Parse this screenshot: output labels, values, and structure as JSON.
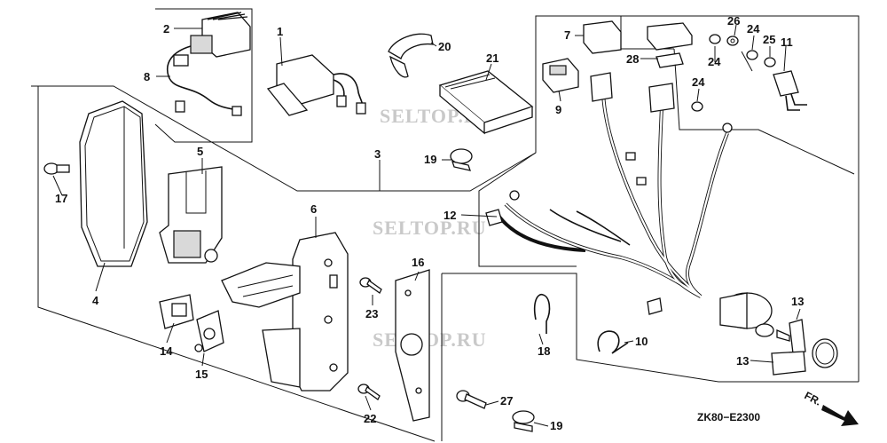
{
  "diagram": {
    "code": "ZK80−E2300",
    "direction_label": "FR.",
    "watermarks": [
      "SELTOP.RU",
      "SELTOP.RU",
      "SELTOP.RU"
    ],
    "callouts": [
      "1",
      "2",
      "3",
      "4",
      "5",
      "6",
      "7",
      "8",
      "9",
      "10",
      "11",
      "12",
      "13",
      "13",
      "14",
      "15",
      "16",
      "17",
      "18",
      "19",
      "19",
      "20",
      "21",
      "22",
      "23",
      "24",
      "24",
      "24",
      "25",
      "26",
      "27",
      "28"
    ]
  }
}
